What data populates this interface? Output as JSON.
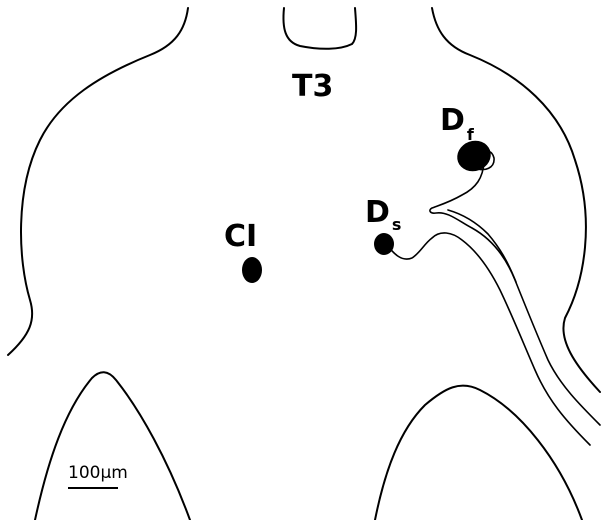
{
  "labels": {
    "segment": "T3",
    "neuron_ci": "CI",
    "neuron_d": "D",
    "sub_f": "f",
    "sub_s": "s"
  },
  "scale_bar": {
    "label": "100μm"
  }
}
